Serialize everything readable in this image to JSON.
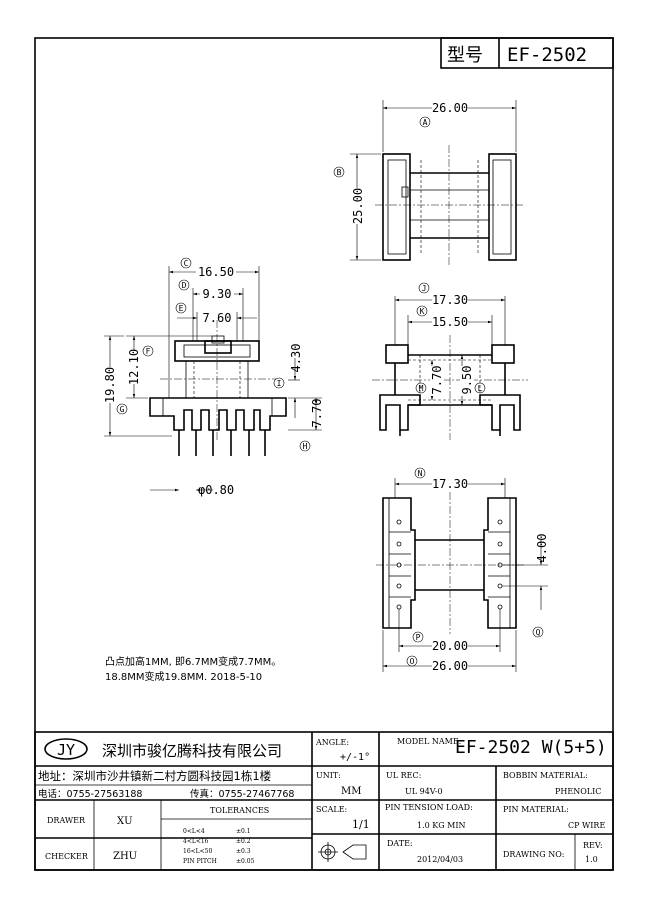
{
  "title_block": {
    "type_label": "型号",
    "type_value": "EF-2502",
    "logo": "JY",
    "company": "深圳市骏亿腾科技有限公司",
    "address": "地址：深圳市沙井镇新二村方圆科技园1栋1楼",
    "phone": "电话：0755-27563188",
    "fax": "传真：0755-27467768",
    "angle_label": "ANGLE:",
    "angle_value": "+/-1°",
    "model_label": "MODEL NAME:",
    "model_value": "EF-2502 W(5+5)",
    "unit_label": "UNIT:",
    "unit_value": "MM",
    "ul_label": "UL REC:",
    "ul_value": "UL 94V-0",
    "bobbin_label": "BOBBIN MATERIAL:",
    "bobbin_value": "PHENOLIC",
    "scale_label": "SCALE:",
    "scale_value": "1/1",
    "pin_tension_label": "PIN TENSION LOAD:",
    "pin_tension_value": "1.0 KG MIN",
    "pin_material_label": "PIN MATERIAL:",
    "pin_material_value": "CP WIRE",
    "date_label": "DATE:",
    "date_value": "2012/04/03",
    "drawing_no_label": "DRAWING NO:",
    "rev_label": "REV:",
    "rev_value": "1.0",
    "drawer_label": "DRAWER",
    "drawer_value": "XU",
    "checker_label": "CHECKER",
    "checker_value": "ZHU",
    "tolerances_label": "TOLERANCES",
    "tolerances": [
      {
        "range": "0<L<4",
        "tol": "±0.1"
      },
      {
        "range": "4<L<16",
        "tol": "±0.2"
      },
      {
        "range": "16<L<50",
        "tol": "±0.3"
      },
      {
        "range": "PIN PITCH",
        "tol": "±0.05"
      }
    ]
  },
  "notes": {
    "line1": "凸点加高1MM, 即6.7MM变成7.7MM。",
    "line2": "18.8MM变成19.8MM.   2018-5-10"
  },
  "dimensions": {
    "A": "26.00",
    "B": "25.00",
    "C": "16.50",
    "D": "9.30",
    "E": "7.60",
    "F": "12.10",
    "G": "19.80",
    "H": "7.70",
    "I": "4.30",
    "pin_dia": "φ0.80",
    "J": "17.30",
    "K": "15.50",
    "M": "7.70",
    "L": "9.50",
    "N": "17.30",
    "Q_pitch": "4.00",
    "P": "20.00",
    "O": "26.00"
  },
  "markers": {
    "A": "A",
    "B": "B",
    "C": "C",
    "D": "D",
    "E": "E",
    "F": "F",
    "G": "G",
    "H": "H",
    "I": "I",
    "J": "J",
    "K": "K",
    "L": "L",
    "M": "M",
    "N": "N",
    "O": "O",
    "P": "P",
    "Q": "Q"
  }
}
